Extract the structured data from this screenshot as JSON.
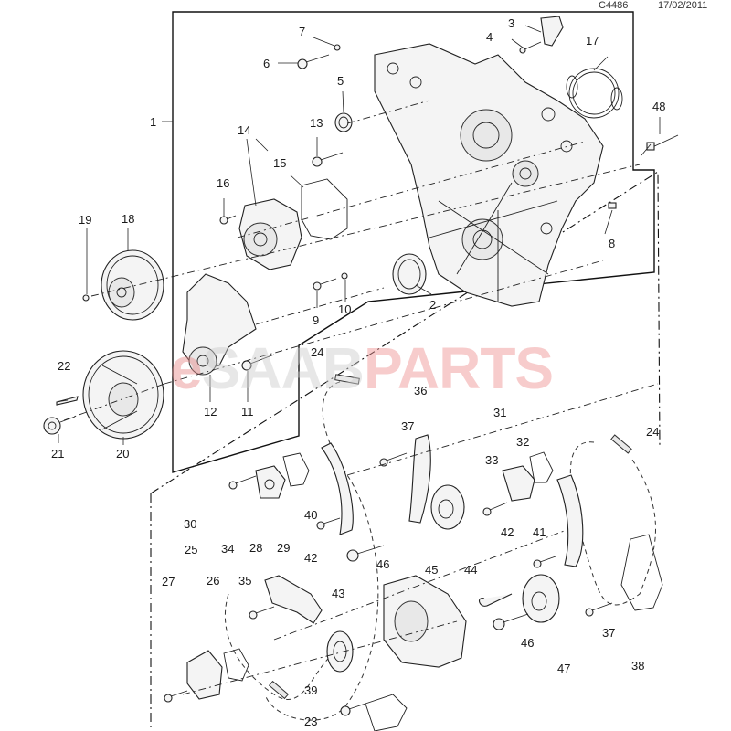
{
  "header": {
    "diagram_code": "C4486",
    "date": "17/02/2011"
  },
  "watermark": {
    "prefix": "e",
    "brand": "SAAB",
    "suffix": "PARTS",
    "prefix_color": "#e88888",
    "brand_color": "#cccccc",
    "suffix_color": "#ee8f8f"
  },
  "callouts": {
    "c1": "1",
    "c2": "2",
    "c3": "3",
    "c4": "4",
    "c5": "5",
    "c6": "6",
    "c7": "7",
    "c8": "8",
    "c9": "9",
    "c10": "10",
    "c11": "11",
    "c12": "12",
    "c13": "13",
    "c14": "14",
    "c15": "15",
    "c16": "16",
    "c17": "17",
    "c18": "18",
    "c19": "19",
    "c20": "20",
    "c21": "21",
    "c22": "22",
    "c23": "23",
    "c24a": "24",
    "c24b": "24",
    "c25": "25",
    "c26": "26",
    "c27": "27",
    "c28": "28",
    "c29": "29",
    "c30": "30",
    "c31": "31",
    "c32": "32",
    "c33": "33",
    "c34": "34",
    "c35": "35",
    "c36": "36",
    "c37a": "37",
    "c37b": "37",
    "c38": "38",
    "c39": "39",
    "c40": "40",
    "c41": "41",
    "c42a": "42",
    "c42b": "42",
    "c43": "43",
    "c44": "44",
    "c45": "45",
    "c46a": "46",
    "c46b": "46",
    "c47": "47",
    "c48": "48"
  }
}
